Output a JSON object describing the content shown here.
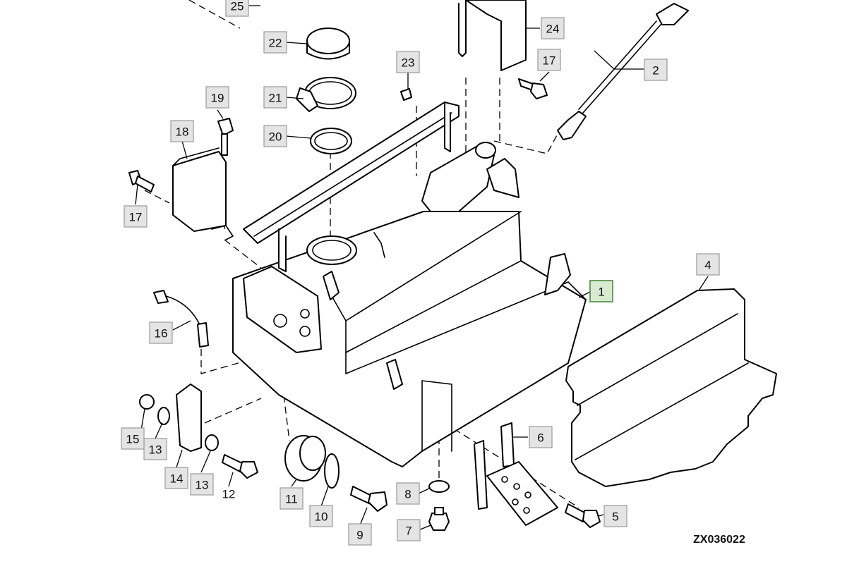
{
  "figure_code": "ZX036022",
  "highlighted_callout": "1",
  "callouts": [
    "1",
    "2",
    "4",
    "5",
    "6",
    "7",
    "8",
    "9",
    "10",
    "11",
    "13",
    "13",
    "14",
    "15",
    "16",
    "17",
    "17",
    "18",
    "19",
    "20",
    "21",
    "22",
    "23",
    "24",
    "25"
  ],
  "plain_labels": [
    "12"
  ],
  "colors": {
    "callout_fill": "#e4e4e4",
    "highlight_fill": "#d6ebd0",
    "highlight_stroke": "#6a9e5e"
  }
}
